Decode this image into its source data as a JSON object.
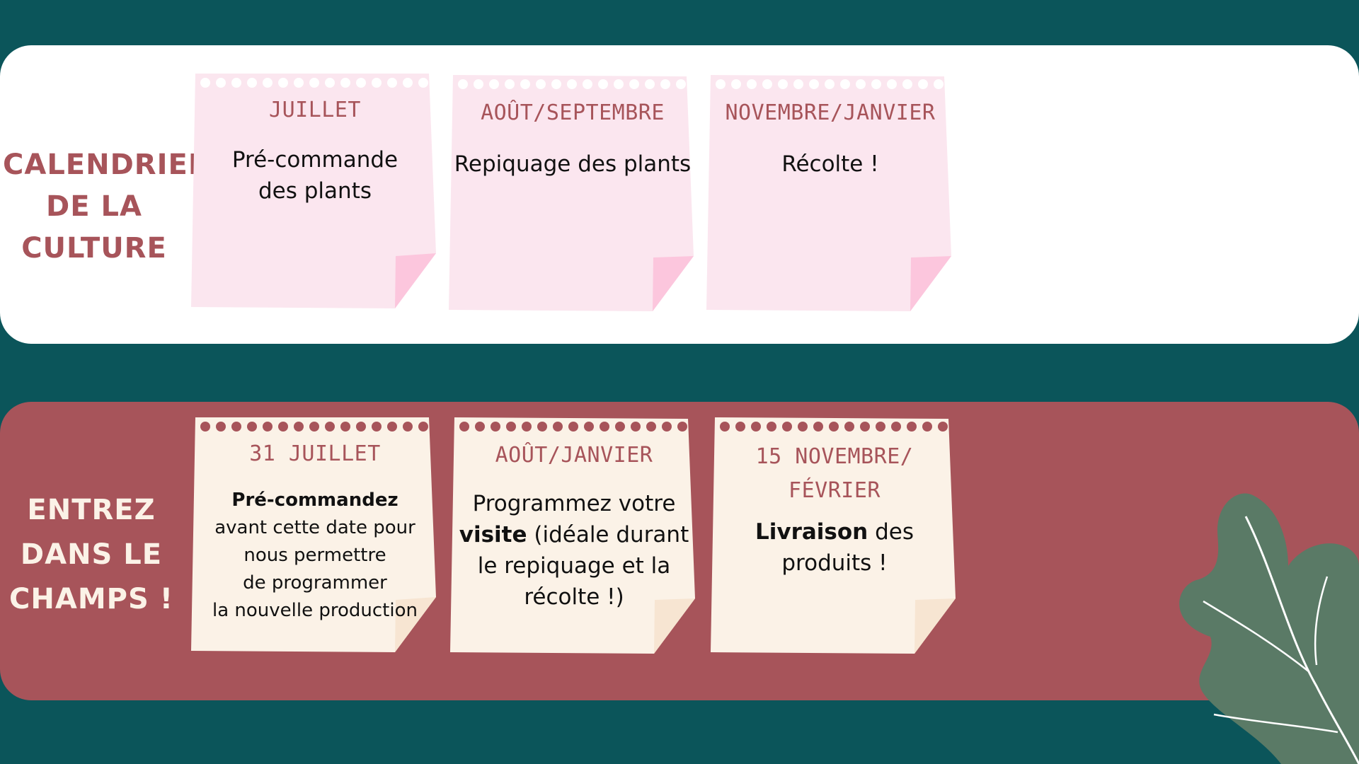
{
  "colors": {
    "background": "#0b555a",
    "top_band": "#ffffff",
    "bottom_band": "#a7545a",
    "pink_note": "#fbe6ef",
    "pink_fold": "#fcc6dd",
    "cream_note": "#fbf2e7",
    "cream_fold": "#f7e5d2",
    "accent": "#a7545a",
    "leaf": "#5a7a66"
  },
  "calendar": {
    "title_lines": [
      "CALENDRIER",
      "DE LA",
      "CULTURE"
    ],
    "notes": [
      {
        "month": "JUILLET",
        "text_lines": [
          "Pré-commande",
          "des plants"
        ]
      },
      {
        "month": "AOÛT/SEPTEMBRE",
        "text_lines": [
          "Repiquage des plants"
        ]
      },
      {
        "month": "NOVEMBRE/JANVIER",
        "text_lines": [
          "Récolte !"
        ]
      }
    ]
  },
  "visit": {
    "title_lines": [
      "ENTREZ",
      "DANS LE",
      "CHAMPS !"
    ],
    "notes": [
      {
        "month": "31 JUILLET",
        "bold": "Pré-commandez",
        "text_lines": [
          "avant cette date pour",
          "nous permettre",
          "de programmer",
          "la nouvelle production"
        ]
      },
      {
        "month": "AOÛT/JANVIER",
        "line1": "Programmez votre",
        "line2_bold": "visite",
        "line2_rest": " (idéale durant",
        "line3": "le repiquage et la",
        "line4": "récolte !)"
      },
      {
        "month_line1": "15 NOVEMBRE/",
        "month_line2": "FÉVRIER",
        "bold": "Livraison",
        "rest": " des",
        "line2": "produits !"
      }
    ]
  }
}
